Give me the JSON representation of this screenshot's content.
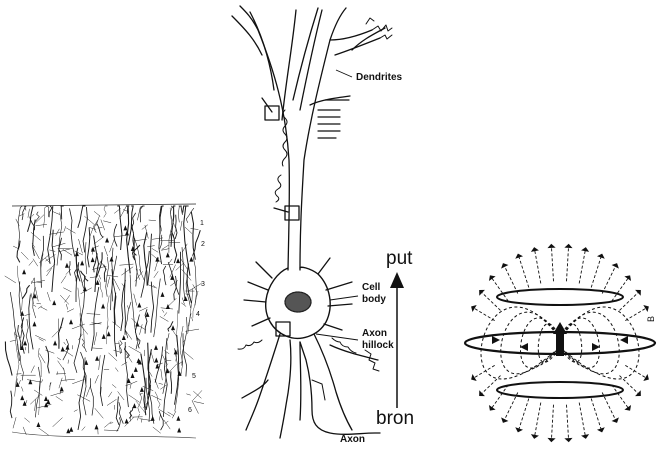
{
  "cortex": {
    "layer_numbers": [
      "1",
      "2",
      "3",
      "4",
      "5",
      "6"
    ]
  },
  "neuron": {
    "labels": {
      "dendrites": "Dendrites",
      "cell_body_1": "Cell",
      "cell_body_2": "body",
      "axon_hillock_1": "Axon",
      "axon_hillock_2": "hillock",
      "axon": "Axon"
    },
    "dipole_top": "put",
    "dipole_bottom": "bron"
  },
  "field": {
    "side_label": "B"
  },
  "colors": {
    "ink": "#111111",
    "background": "#ffffff"
  }
}
